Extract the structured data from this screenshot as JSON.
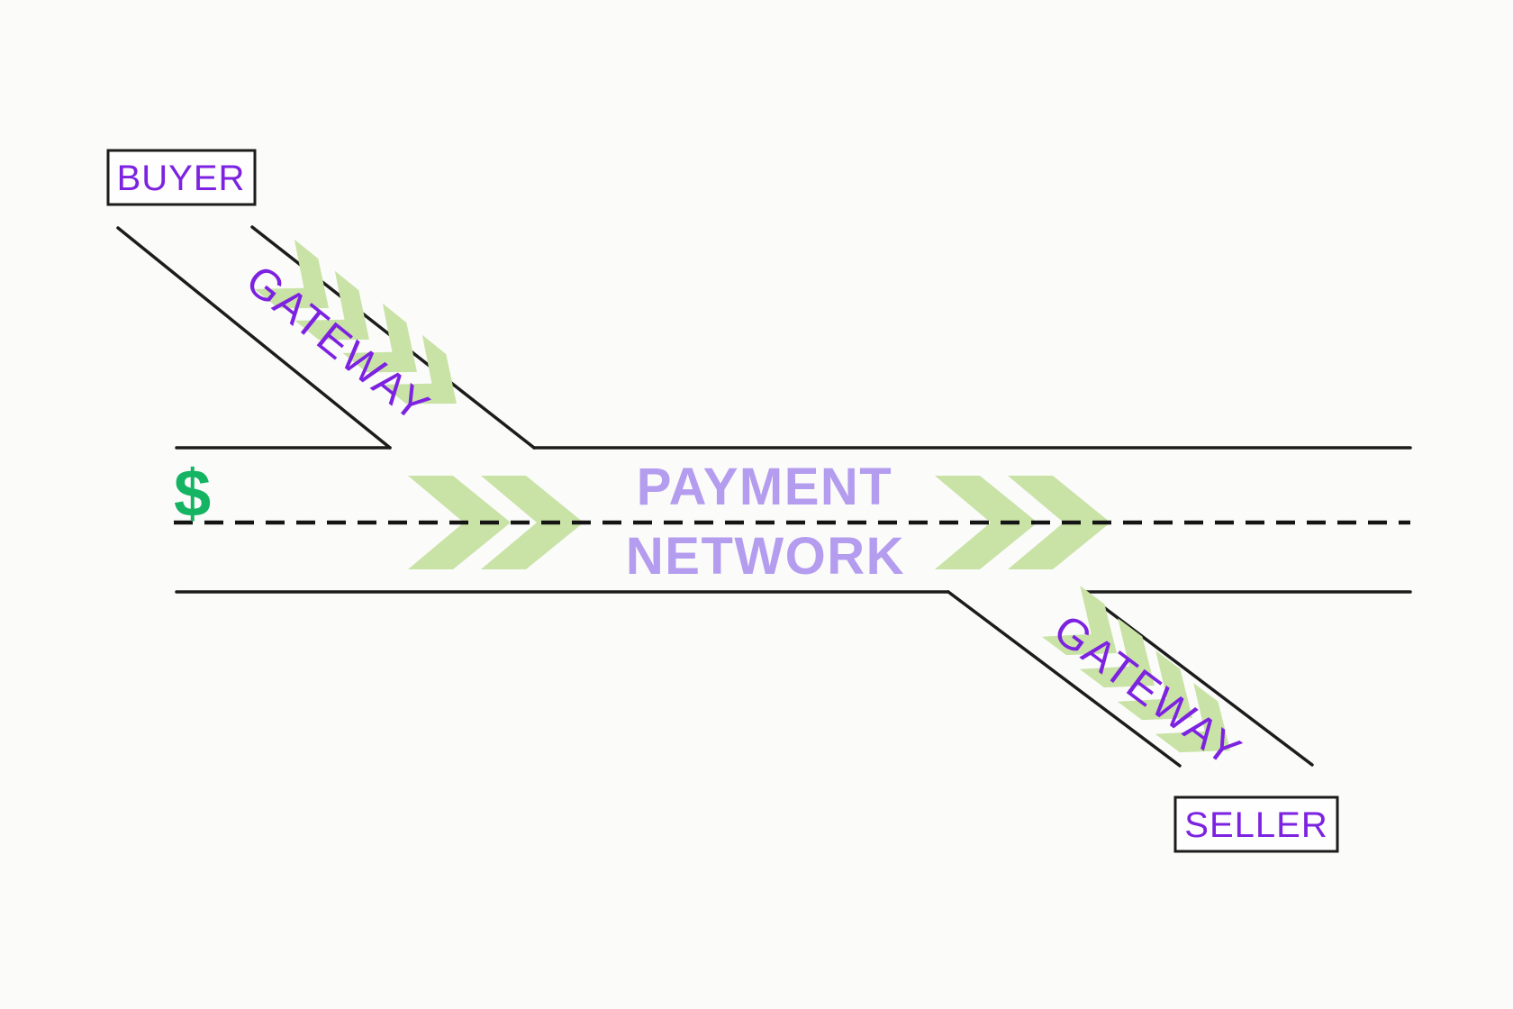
{
  "diagram": {
    "background": "#fbfbfa",
    "labels": {
      "buyer": "BUYER",
      "seller": "SELLER",
      "gateway_in": "GATEWAY",
      "gateway_out": "GATEWAY",
      "network_line1": "PAYMENT",
      "network_line2": "NETWORK",
      "currency": "$"
    },
    "colors": {
      "road_line": "#1c1c1c",
      "lane_dash": "#141414",
      "chevron_green": "#c9e3a6",
      "money_green": "#14b463",
      "violet": "#7c22e0",
      "lavender": "#b49cef",
      "box_fill": "#fefefe",
      "box_border": "#1c1c1c"
    }
  }
}
